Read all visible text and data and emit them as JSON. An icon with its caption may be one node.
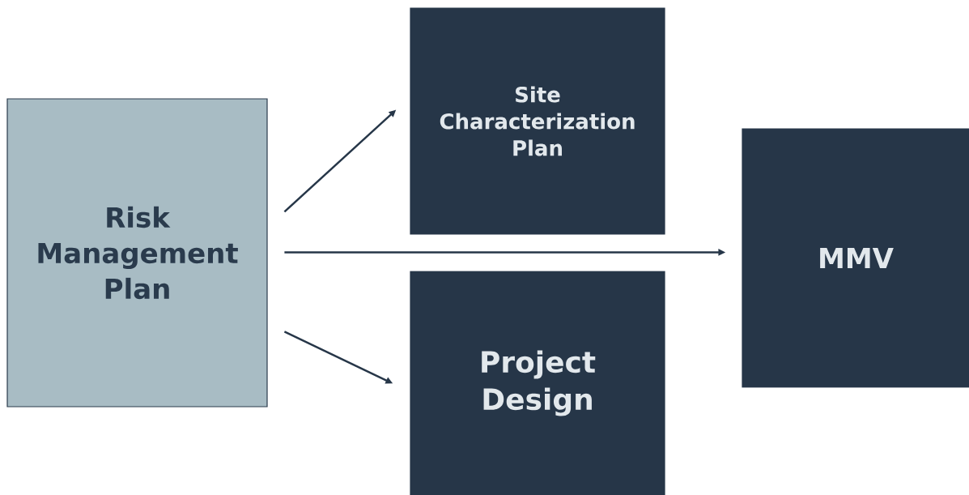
{
  "diagram": {
    "nodes": [
      {
        "text": [
          "Risk Management Plan"
        ]
      },
      {
        "text": [
          "Site Characterization Plan"
        ]
      },
      {
        "text": [
          "Project Design"
        ]
      },
      {
        "text": [
          "MMV"
        ]
      }
    ],
    "edges": [
      {
        "from": 0,
        "to": 1,
        "arrow": "to"
      },
      {
        "from": 0,
        "to": 3,
        "arrow": "to"
      },
      {
        "from": 0,
        "to": 2,
        "arrow": "to"
      }
    ]
  }
}
